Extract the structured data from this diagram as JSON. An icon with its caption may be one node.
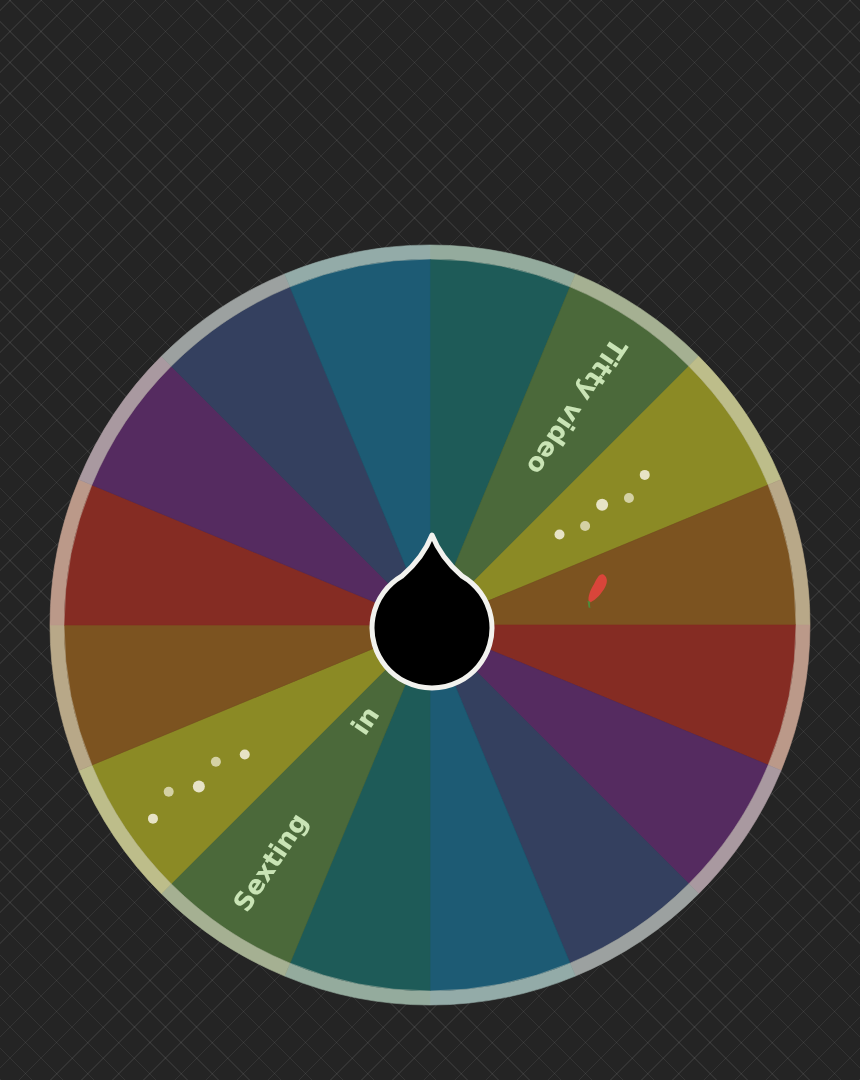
{
  "diagram": {
    "nodes": [
      {
        "text": [],
        "shape": "wedge"
      },
      {
        "text": [
          "Titty video"
        ]
      },
      {
        "text": [],
        "shape": "wedge"
      },
      {
        "text": [],
        "shape": "wedge"
      },
      {
        "text": [],
        "shape": "wedge"
      },
      {
        "text": [],
        "shape": "wedge"
      },
      {
        "text": [],
        "shape": "wedge"
      },
      {
        "text": [],
        "shape": "wedge"
      },
      {
        "text": [],
        "shape": "wedge"
      },
      {
        "text": [
          "Sexting in"
        ]
      },
      {
        "text": [],
        "shape": "wedge"
      },
      {
        "text": [],
        "shape": "wedge"
      },
      {
        "text": [],
        "shape": "wedge"
      },
      {
        "text": [],
        "shape": "wedge"
      },
      {
        "text": [],
        "shape": "wedge"
      },
      {
        "text": [],
        "shape": "wedge"
      }
    ]
  }
}
